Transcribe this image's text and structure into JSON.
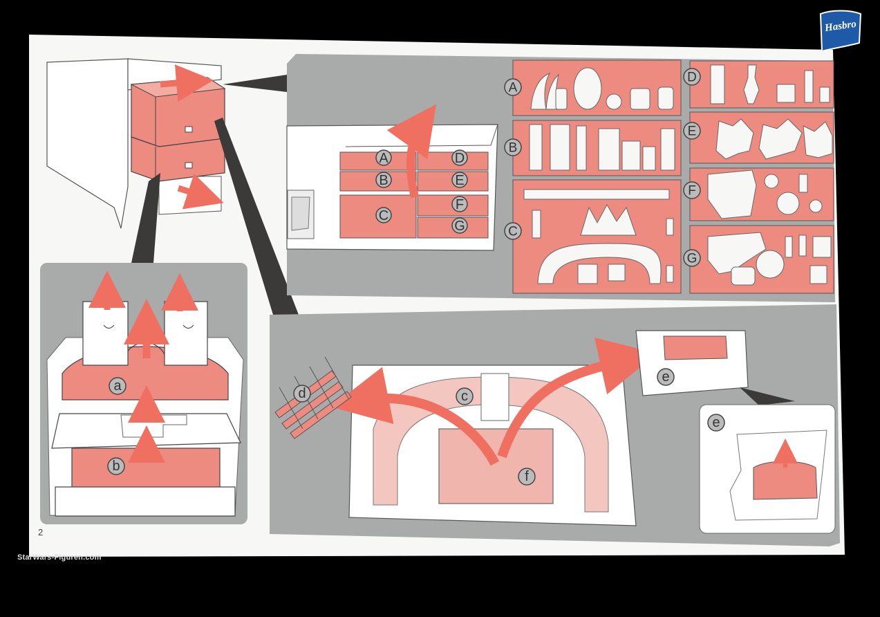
{
  "brand": {
    "logo_text": "Hasbro",
    "watermark": "StarWars-Figuren.com"
  },
  "page_number": "2",
  "colors": {
    "salmon": "#ee8b80",
    "salmon_light": "#f3c6bf",
    "panel_gray": "#a9aaaa",
    "paper": "#f7f7f5",
    "arrow": "#ef6f60"
  },
  "tray_labels": [
    "A",
    "B",
    "C",
    "D",
    "E",
    "F",
    "G"
  ],
  "parts_labels": [
    "A",
    "B",
    "C",
    "D",
    "E",
    "F",
    "G"
  ],
  "packing_labels": [
    "a",
    "b"
  ],
  "assembly_labels": [
    "c",
    "d",
    "e",
    "f"
  ],
  "detail_label": "e"
}
